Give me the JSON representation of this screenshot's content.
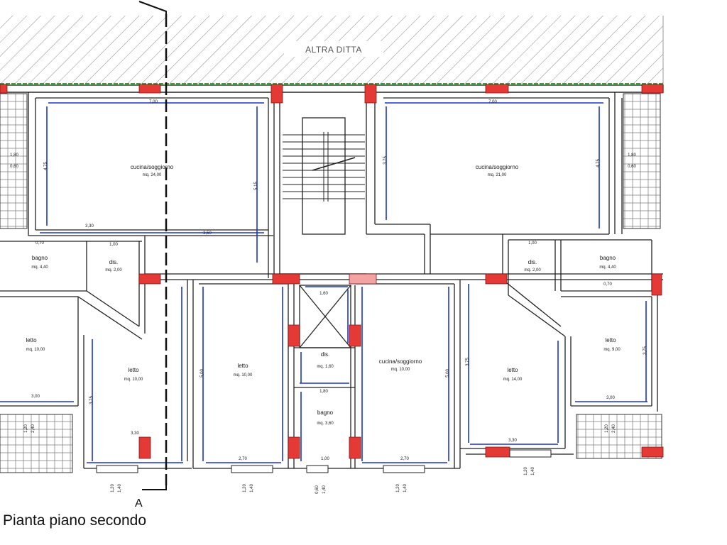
{
  "neighbor_label": "ALTRA DITTA",
  "section_marker": "A",
  "caption": "Pianta piano secondo",
  "rooms": {
    "kitchen_left": {
      "name": "cucina/soggiorno",
      "area": "mq. 24,00"
    },
    "kitchen_right": {
      "name": "cucina/soggiorno",
      "area": "mq. 21,00"
    },
    "bath_left": {
      "name": "bagno",
      "area": "mq. 4,40"
    },
    "dis_left": {
      "name": "dis.",
      "area": "mq. 2,00"
    },
    "dis_right": {
      "name": "dis.",
      "area": "mq. 2,00"
    },
    "bath_right": {
      "name": "bagno",
      "area": "mq. 4,40"
    },
    "bed_far_left": {
      "name": "letto",
      "area": "mq. 10,00"
    },
    "bed_left": {
      "name": "letto",
      "area": "mq. 10,00"
    },
    "bed_center": {
      "name": "letto",
      "area": "mq. 10,00"
    },
    "dis_center": {
      "name": "dis.",
      "area": "mq. 1,60"
    },
    "kitchen_center": {
      "name": "cucina/soggiorno",
      "area": "mq. 10,00"
    },
    "bath_center": {
      "name": "bagno",
      "area": "mq. 3,60"
    },
    "bed_right": {
      "name": "letto",
      "area": "mq. 14,00"
    },
    "bed_far_right": {
      "name": "letto",
      "area": "mq. 9,00"
    }
  },
  "dims": {
    "top_left": "7,00",
    "top_right": "7,00",
    "h_kitchen_left": "4,75",
    "h_stair_left": "5,15",
    "h_kitchen_right": "3,75",
    "h_kitchen_right_b": "4,75",
    "balc_l1": "1,80",
    "balc_l2": "0,60",
    "balc_r1": "1,80",
    "balc_r2": "0,60",
    "bl_w1": "0,70",
    "bl_w2": "3,30",
    "bl_w3": "1,00",
    "bl_w4": "3,50",
    "dis_c": "1,60",
    "dis_c2": "1,80",
    "br_w": "1,00",
    "br_w2": "0,70",
    "bed_fl_w": "3,00",
    "bed_l_w": "3,30",
    "bed_r_w": "3,30",
    "bed_fr_w": "3,00",
    "bed_l_h": "3,75",
    "bed_c_h": "5,00",
    "kc_h": "5,00",
    "bed_r_h": "3,75",
    "bed_fr_h": "3,75",
    "w1": "1,20",
    "w1b": "1,40",
    "w2": "1,20",
    "w2b": "1,40",
    "w3": "0,60",
    "w3b": "1,40",
    "w4": "1,20",
    "w4b": "1,40",
    "w5": "1,20",
    "w5b": "1,40",
    "bal_bl": "1,20",
    "bal_bl2": "2,40",
    "bal_br": "1,20",
    "bal_br2": "2,40",
    "w_bot1": "2,70",
    "w_bot2": "1,00",
    "w_bot3": "2,70"
  }
}
